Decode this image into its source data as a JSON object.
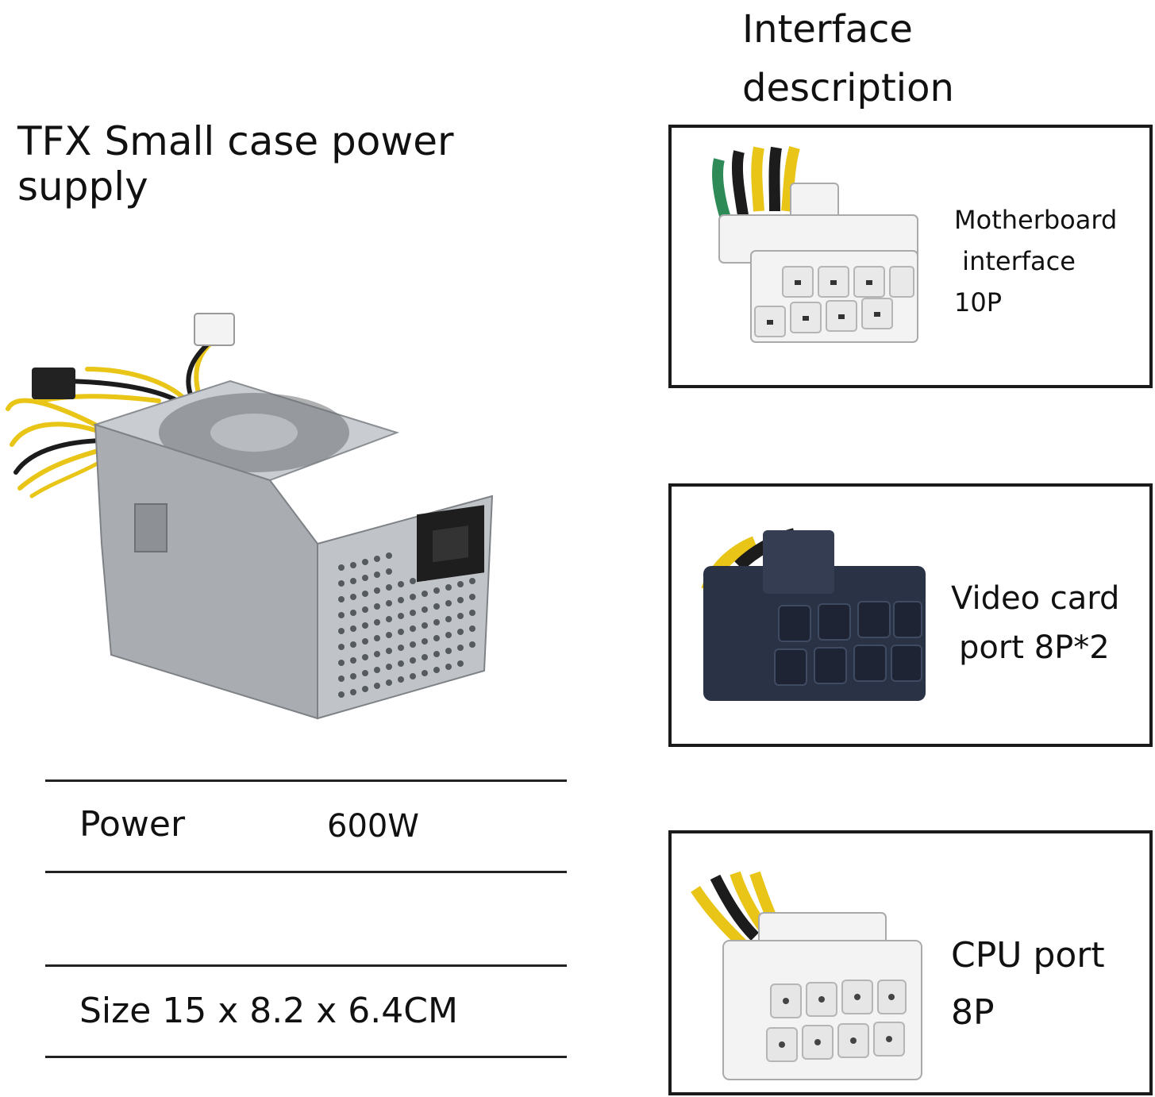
{
  "product_title": "TFX Small case power supply",
  "interface_title": "Interface description",
  "interfaces": [
    {
      "label": "Motherboard interface 10P",
      "lines": [
        "Motherboard",
        " interface",
        "10P"
      ]
    },
    {
      "label": "Video card port 8P*2",
      "lines": [
        "Video card",
        "port 8P*2"
      ]
    },
    {
      "label": "CPU port 8P",
      "lines": [
        "CPU port",
        "8P"
      ]
    }
  ],
  "specs": {
    "power_label": "Power",
    "power_value": "600W",
    "size_label": "Size 15 x 8.2 x 6.4CM"
  },
  "colors": {
    "wire_yellow": "#e8c516",
    "wire_black": "#1c1c1c",
    "wire_green": "#2e8b57",
    "connector_white": "#f3f3f3",
    "connector_navy": "#2a3245",
    "psu_silver": "#b8bcc0"
  }
}
